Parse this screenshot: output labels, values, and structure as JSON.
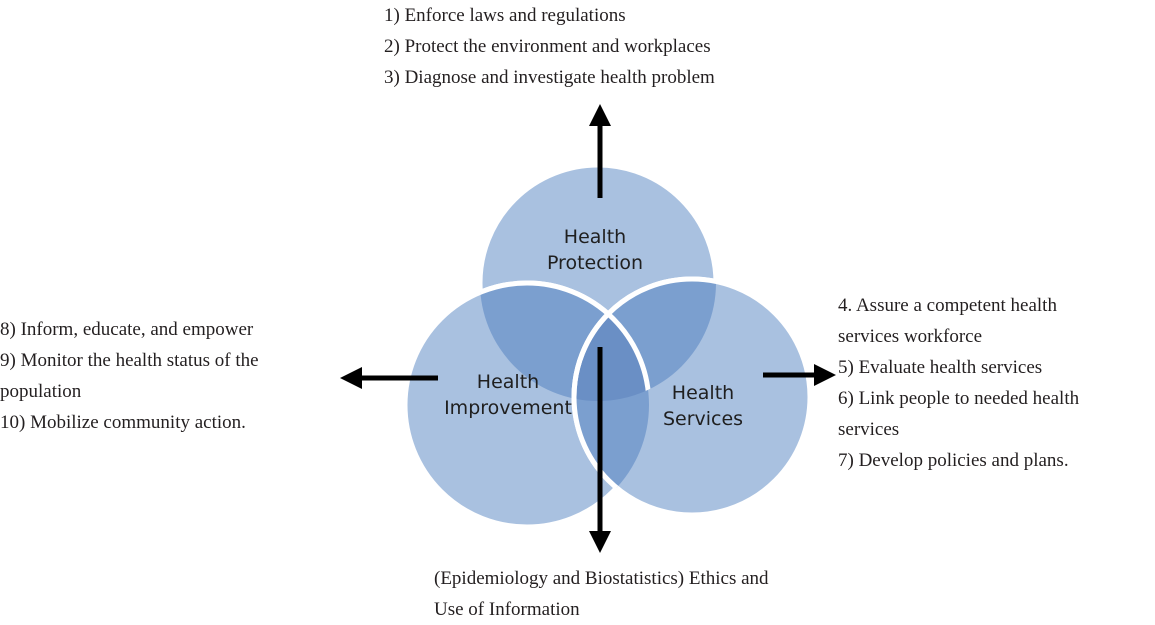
{
  "circles": {
    "protection": {
      "line1": "Health",
      "line2": "Protection"
    },
    "improvement": {
      "line1": "Health",
      "line2": "Improvement"
    },
    "services": {
      "line1": "Health",
      "line2": "Services"
    }
  },
  "protection_functions": [
    "1) Enforce laws and regulations",
    "2) Protect the environment and workplaces",
    "3) Diagnose and investigate health problem"
  ],
  "improvement_functions": [
    "8) Inform, educate, and empower",
    "9) Monitor the health status of the",
    "population",
    "10) Mobilize community action."
  ],
  "services_functions": [
    "4. Assure a competent health",
    "services workforce",
    "5) Evaluate health services",
    "6) Link people to needed health",
    "services",
    "7) Develop policies and plans."
  ],
  "core": [
    "(Epidemiology and Biostatistics) Ethics and",
    "Use of Information"
  ],
  "colors": {
    "circle_fill": "#a9c1e0",
    "overlap_two": "#7b9fcf",
    "overlap_three": "#6a8fc5",
    "outline": "#ffffff",
    "arrow": "#000000",
    "text": "#231f20"
  }
}
